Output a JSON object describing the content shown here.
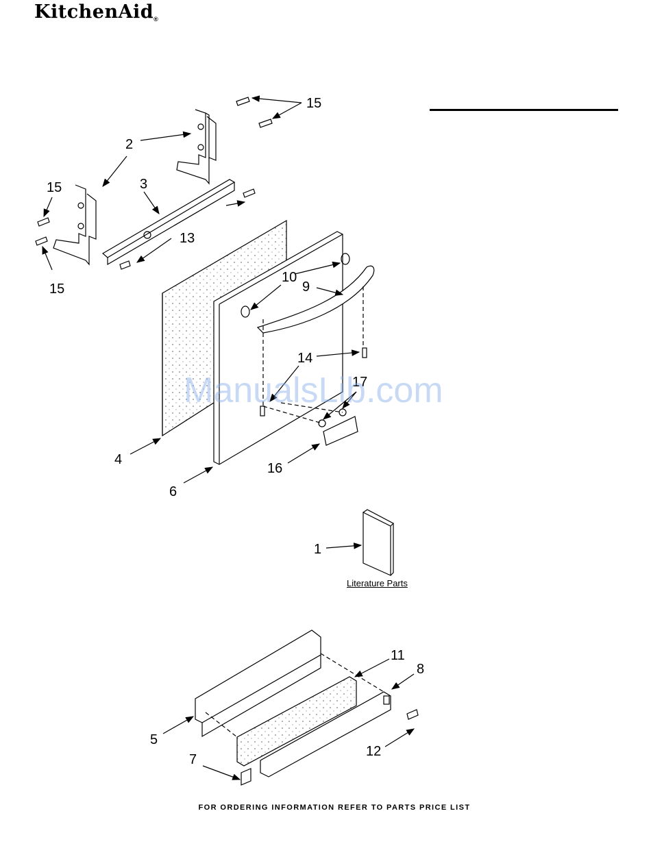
{
  "header": {
    "brand": "KitchenAid",
    "brand_mark": "®"
  },
  "callouts": [
    "15",
    "2",
    "15",
    "3",
    "13",
    "15",
    "10",
    "9",
    "14",
    "17",
    "4",
    "16",
    "6",
    "1",
    "11",
    "8",
    "5",
    "12",
    "7"
  ],
  "literature_label": "Literature Parts",
  "watermark": "ManualsLib.com",
  "footer": "FOR ORDERING INFORMATION REFER TO PARTS PRICE LIST"
}
